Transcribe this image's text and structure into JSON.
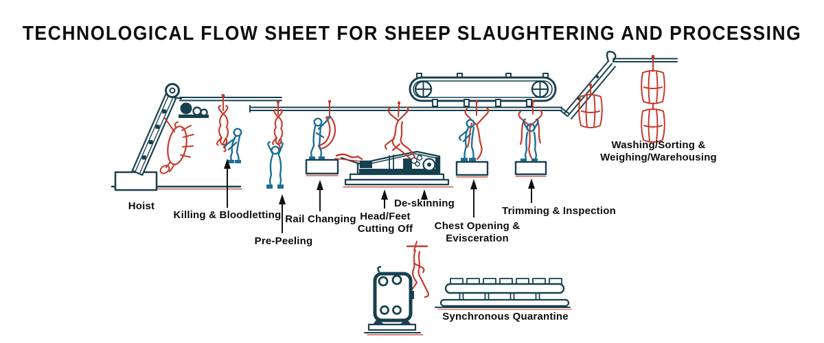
{
  "title": "TECHNOLOGICAL FLOW SHEET FOR SHEEP SLAUGHTERING AND PROCESSING",
  "colors": {
    "ink": "#17404f",
    "worker": "#1e6e96",
    "red": "#c53a2b",
    "text": "#0c0c0c",
    "bg": "#ffffff"
  },
  "stations": [
    {
      "id": "hoist",
      "label": "Hoist"
    },
    {
      "id": "killing-bloodletting",
      "label": "Killing & Bloodletting"
    },
    {
      "id": "pre-peeling",
      "label": "Pre-Peeling"
    },
    {
      "id": "rail-changing",
      "label": "Rail Changing"
    },
    {
      "id": "head-feet-cutting-off",
      "label": "Head/Feet\nCutting Off"
    },
    {
      "id": "de-skinning",
      "label": "De-skinning"
    },
    {
      "id": "chest-opening-evisceration",
      "label": "Chest Opening &\nEvisceration"
    },
    {
      "id": "trimming-inspection",
      "label": "Trimming & Inspection"
    },
    {
      "id": "washing-sorting-weighing",
      "label": "Washing/Sorting &\nWeighing/Warehousing"
    },
    {
      "id": "synchronous-quarantine",
      "label": "Synchronous Quarantine"
    }
  ]
}
